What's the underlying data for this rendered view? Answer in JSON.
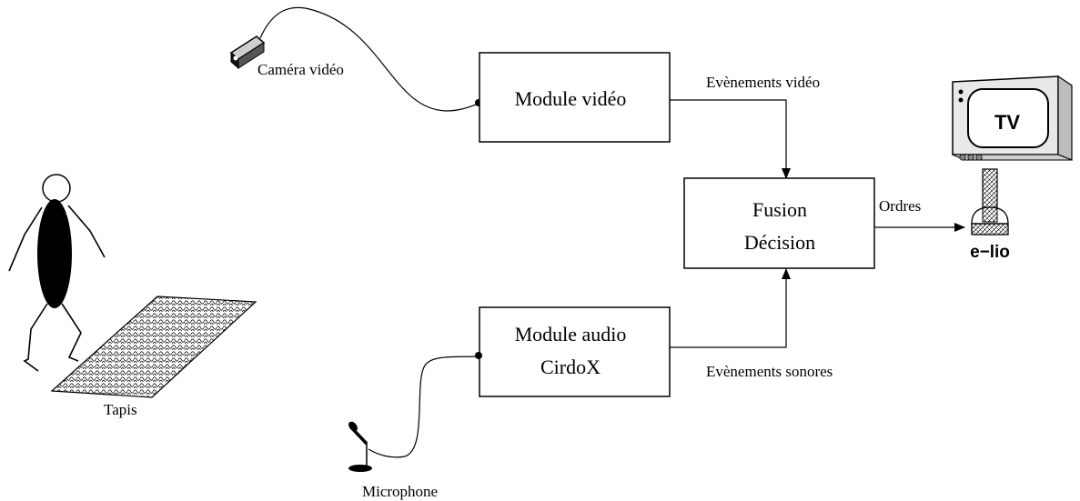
{
  "labels": {
    "camera": "Caméra vidéo",
    "mat": "Tapis",
    "microphone": "Microphone",
    "video_events": "Evènements vidéo",
    "sound_events": "Evènements sonores",
    "orders": "Ordres",
    "device": "e−lio",
    "tv": "TV"
  },
  "boxes": {
    "video_module": {
      "line1": "Module vidéo"
    },
    "audio_module": {
      "line1": "Module audio",
      "line2": "CirdoX"
    },
    "fusion": {
      "line1": "Fusion",
      "line2": "Décision"
    }
  },
  "icons": [
    "video-camera-icon",
    "person-icon",
    "mat-icon",
    "microphone-icon",
    "television-icon",
    "e-lio-device-icon"
  ]
}
